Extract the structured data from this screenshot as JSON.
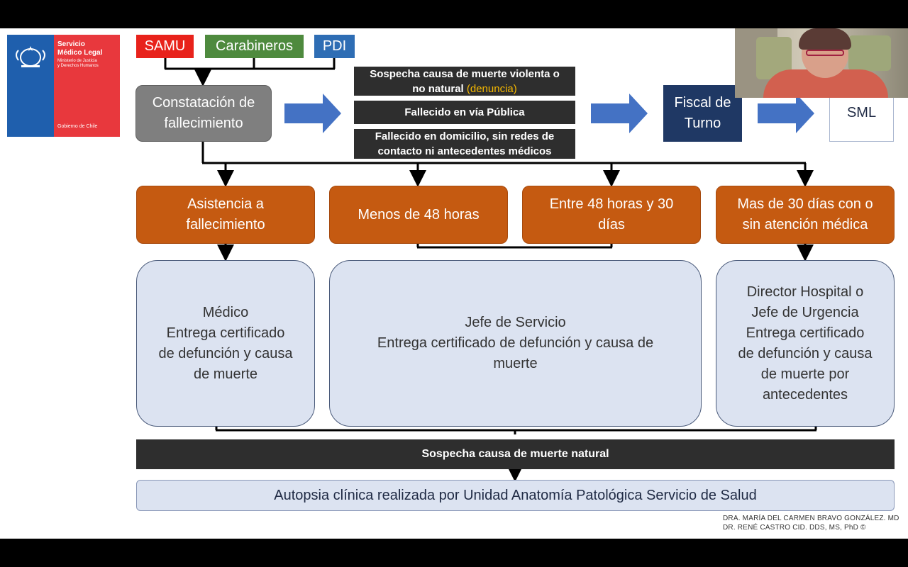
{
  "logo": {
    "name": "Servicio\nMédico Legal",
    "ministry": "Ministerio de Justicia\ny Derechos Humanos",
    "government": "Gobierno de Chile"
  },
  "agencies": [
    {
      "label": "SAMU",
      "color": "#e8221b"
    },
    {
      "label": "Carabineros",
      "color": "#4e8a3e"
    },
    {
      "label": "PDI",
      "color": "#2e6db4"
    }
  ],
  "constatacion": "Constatación de\nfallecimiento",
  "cases": {
    "violenta_part1": "Sospecha causa de muerte violenta o\nno natural ",
    "violenta_highlight": "(denuncia)",
    "via_publica": "Fallecido en vía Pública",
    "domicilio": "Fallecido en domicilio, sin redes de\ncontacto ni antecedentes médicos"
  },
  "fiscal": "Fiscal de\nTurno",
  "sml": "SML",
  "timing": [
    "Asistencia a\nfallecimiento",
    "Menos de 48 horas",
    "Entre 48 horas y 30\ndías",
    "Mas de 30 días con o\nsin atención médica"
  ],
  "responsables": [
    "Médico\nEntrega certificado\nde defunción y causa\nde muerte",
    "Jefe de Servicio\nEntrega certificado de defunción y causa de\nmuerte",
    "Director Hospital o\nJefe de Urgencia\nEntrega certificado\nde defunción y causa\nde muerte por\nantecedentes"
  ],
  "sospecha_natural": "Sospecha causa de muerte natural",
  "autopsia": "Autopsia clínica realizada por Unidad Anatomía Patológica Servicio de Salud",
  "credits": [
    "DRA. MARÍA DEL CARMEN BRAVO GONZÁLEZ. MD",
    "DR. RENÉ CASTRO CID. DDS, MS, PhD ©"
  ],
  "colors": {
    "orange": "#c55a11",
    "dark_box": "#2e2e2e",
    "light_blue": "#dce3f1",
    "arrow_blue": "#4472c4",
    "fiscal_blue": "#1f3864",
    "gray_box": "#7f7f7f",
    "highlight": "#f5b800"
  }
}
